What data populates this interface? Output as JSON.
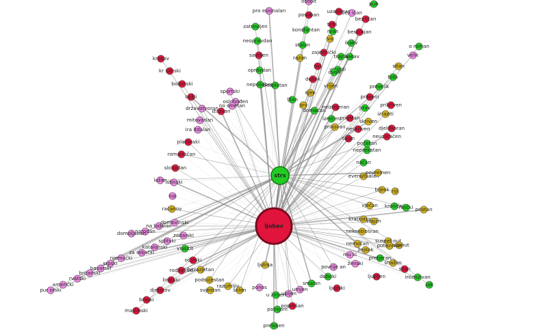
{
  "graph": {
    "colors": {
      "red": "#e0143c",
      "green": "#22cc22",
      "yellow": "#d4b41c",
      "pink": "#ee88e4",
      "edge": "#8a8a8a",
      "stroke": "#555555"
    },
    "hubs": [
      {
        "id": "ljubav",
        "label": "ljubav",
        "color": "red"
      },
      {
        "id": "strs",
        "label": "strs",
        "color": "green"
      }
    ],
    "nodes": [
      {
        "label": "pro esionalan",
        "color": "pink"
      },
      {
        "label": "zatrovljen",
        "color": "green"
      },
      {
        "label": "neopravdan",
        "color": "green"
      },
      {
        "label": "savršen",
        "color": "red"
      },
      {
        "label": "opravdan",
        "color": "green"
      },
      {
        "label": "nepoljeben",
        "color": "green"
      },
      {
        "label": "besplatan",
        "color": "green"
      },
      {
        "label": "osobit",
        "color": "pink"
      },
      {
        "label": "posoban",
        "color": "red"
      },
      {
        "label": "uzajaman",
        "color": "red"
      },
      {
        "label": "puh",
        "color": "green"
      },
      {
        "label": "bez tčan",
        "color": "red"
      },
      {
        "label": "bez ičan",
        "color": "pink"
      },
      {
        "label": "konstantan",
        "color": "green"
      },
      {
        "label": "tirbi",
        "color": "red"
      },
      {
        "label": "beskrajan",
        "color": "red"
      },
      {
        "label": "stalan",
        "color": "green"
      },
      {
        "label": "va",
        "color": "yellow"
      },
      {
        "label": "ikakv",
        "color": "green"
      },
      {
        "label": "zajednički",
        "color": "red"
      },
      {
        "label": "nikakav",
        "color": "green"
      },
      {
        "label": "razan",
        "color": "yellow"
      },
      {
        "label": "ovi",
        "color": "red"
      },
      {
        "label": "vlastiti",
        "color": "green"
      },
      {
        "label": "dubok",
        "color": "red"
      },
      {
        "label": "vrijen",
        "color": "yellow"
      },
      {
        "label": "njen",
        "color": "yellow"
      },
      {
        "label": "kristov",
        "color": "red"
      },
      {
        "label": "kr šanski",
        "color": "red"
      },
      {
        "label": "božanski",
        "color": "red"
      },
      {
        "label": "božji",
        "color": "red"
      },
      {
        "label": "sportski",
        "color": "pink"
      },
      {
        "label": "oslobođen",
        "color": "pink"
      },
      {
        "label": "državotvoran",
        "color": "pink"
      },
      {
        "label": "no smetan",
        "color": "pink"
      },
      {
        "label": "izazvan",
        "color": "red"
      },
      {
        "label": "ljtan",
        "color": "green"
      },
      {
        "label": "prv",
        "color": "yellow"
      },
      {
        "label": "domaćan",
        "color": "green"
      },
      {
        "label": "mitovadan",
        "color": "pink"
      },
      {
        "label": "ira itdalan",
        "color": "pink"
      },
      {
        "label": "platonski",
        "color": "red"
      },
      {
        "label": "romantičan",
        "color": "red"
      },
      {
        "label": "slobodan",
        "color": "red"
      },
      {
        "label": "lažan",
        "color": "pink"
      },
      {
        "label": "istinski",
        "color": "pink"
      },
      {
        "label": "lup",
        "color": "pink"
      },
      {
        "label": "račanov",
        "color": "yellow"
      },
      {
        "label": "domovinski",
        "color": "pink"
      },
      {
        "label": "na lodalan",
        "color": "pink"
      },
      {
        "label": "narodan",
        "color": "pink"
      },
      {
        "label": "domoljuban",
        "color": "pink"
      },
      {
        "label": "zadarski",
        "color": "pink"
      },
      {
        "label": "splitski",
        "color": "pink"
      },
      {
        "label": "katalonski",
        "color": "pink"
      },
      {
        "label": "za rebački",
        "color": "pink"
      },
      {
        "label": "njemački",
        "color": "pink"
      },
      {
        "label": "srpski",
        "color": "pink"
      },
      {
        "label": "bavarski",
        "color": "pink"
      },
      {
        "label": "britanski",
        "color": "pink"
      },
      {
        "label": "rvatski",
        "color": "pink"
      },
      {
        "label": "američki",
        "color": "pink"
      },
      {
        "label": "pur orski",
        "color": "pink"
      },
      {
        "label": "viasitit",
        "color": "green"
      },
      {
        "label": "očinski",
        "color": "red"
      },
      {
        "label": "roditeljski",
        "color": "red"
      },
      {
        "label": "bezazjetan",
        "color": "yellow"
      },
      {
        "label": "bratski",
        "color": "red"
      },
      {
        "label": "podsvjestan",
        "color": "yellow"
      },
      {
        "label": "djetetov",
        "color": "red"
      },
      {
        "label": "svjestan",
        "color": "yellow"
      },
      {
        "label": "razumljiv",
        "color": "yellow"
      },
      {
        "label": "sklon",
        "color": "yellow"
      },
      {
        "label": "braski",
        "color": "red"
      },
      {
        "label": "majčinski",
        "color": "red"
      },
      {
        "label": "ljutnja",
        "color": "yellow"
      },
      {
        "label": "ponos",
        "color": "pink"
      },
      {
        "label": "u žirijen",
        "color": "green"
      },
      {
        "label": "ubljen",
        "color": "pink"
      },
      {
        "label": "urnjen",
        "color": "pink"
      },
      {
        "label": "smalan",
        "color": "green"
      },
      {
        "label": "duboki",
        "color": "green"
      },
      {
        "label": "ljudski",
        "color": "red"
      },
      {
        "label": "patnjom",
        "color": "green"
      },
      {
        "label": "poprešan",
        "color": "red"
      },
      {
        "label": "preloljen",
        "color": "green"
      },
      {
        "label": "povrije an",
        "color": "pink"
      },
      {
        "label": "ženski",
        "color": "pink"
      },
      {
        "label": "mu ki",
        "color": "pink"
      },
      {
        "label": "žestok",
        "color": "yellow"
      },
      {
        "label": "nemočan",
        "color": "yellow"
      },
      {
        "label": "suspet nut",
        "color": "yellow"
      },
      {
        "label": "potisnut",
        "color": "yellow"
      },
      {
        "label": "potisnivan",
        "color": "yellow"
      },
      {
        "label": "pretjeran",
        "color": "green"
      },
      {
        "label": "snažan",
        "color": "yellow"
      },
      {
        "label": "silan",
        "color": "red"
      },
      {
        "label": "intenzivan",
        "color": "green"
      },
      {
        "label": "jak",
        "color": "green"
      },
      {
        "label": "nekontroliran",
        "color": "yellow"
      },
      {
        "label": "kratkotrajan",
        "color": "yellow"
      },
      {
        "label": "trajan",
        "color": "yellow"
      },
      {
        "label": "vječan",
        "color": "yellow"
      },
      {
        "label": "kronični",
        "color": "green"
      },
      {
        "label": "fizički",
        "color": "green"
      },
      {
        "label": "pristan",
        "color": "yellow"
      },
      {
        "label": "ljubljen",
        "color": "red"
      },
      {
        "label": "bljesk",
        "color": "yellow"
      },
      {
        "label": "nji",
        "color": "yellow"
      },
      {
        "label": "evenutualan",
        "color": "yellow"
      },
      {
        "label": "povremen",
        "color": "yellow"
      },
      {
        "label": "načan",
        "color": "green"
      },
      {
        "label": "neprekatan",
        "color": "green"
      },
      {
        "label": "početan",
        "color": "green"
      },
      {
        "label": "neuzvračen",
        "color": "red"
      },
      {
        "label": "tajan",
        "color": "red"
      },
      {
        "label": "neskriven",
        "color": "red"
      },
      {
        "label": "djeldvoran",
        "color": "red"
      },
      {
        "label": "prikriven",
        "color": "red"
      },
      {
        "label": "izraziti",
        "color": "yellow"
      },
      {
        "label": "skriven",
        "color": "yellow"
      },
      {
        "label": "prikovan",
        "color": "yellow"
      },
      {
        "label": "prividan",
        "color": "red"
      },
      {
        "label": "izrečen",
        "color": "green"
      },
      {
        "label": "prav",
        "color": "green"
      },
      {
        "label": "neizmjeran",
        "color": "red"
      },
      {
        "label": "praveni",
        "color": "red"
      },
      {
        "label": "prevelik",
        "color": "green"
      },
      {
        "label": "tolik",
        "color": "green"
      },
      {
        "label": "sitan",
        "color": "yellow"
      },
      {
        "label": "velik",
        "color": "pink"
      },
      {
        "label": "o roman",
        "color": "green"
      },
      {
        "label": "ovan",
        "color": "green"
      },
      {
        "label": "rvan",
        "color": "green"
      },
      {
        "label": "trajna",
        "color": "green"
      }
    ]
  }
}
